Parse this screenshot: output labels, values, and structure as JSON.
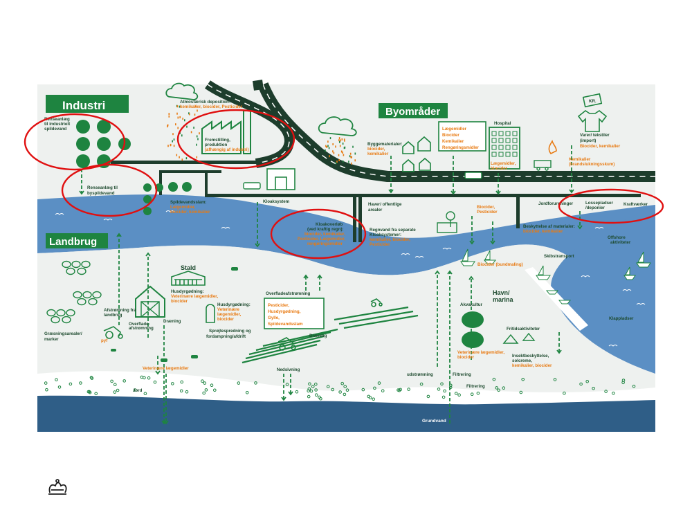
{
  "sections": {
    "industri": "Industri",
    "byomraader": "Byområder",
    "landbrug": "Landbrug"
  },
  "labels": {
    "renseanlaeg_industri": [
      "Renseanlæg",
      "til industrielt",
      "spildevand"
    ],
    "atmosfaerisk": "Atmosfærisk deposition:",
    "atmosfaerisk_o": "kemikalier, biocider, Pesticider",
    "fremstilling": [
      "Fremstilling,",
      "produktion"
    ],
    "fremstilling_o": "(afhængig af industri)",
    "renseanlaeg_by": [
      "Renseanlæg til",
      "byspildevand"
    ],
    "spildevandsslam": "Spildevandsslam:",
    "spildevandsslam_o": [
      "Lægemidler,",
      "biocider, kemikalier"
    ],
    "kloaksystem": "Kloaksystem",
    "kloakoverloeb": [
      "Kloakoverløb",
      "(ved kraftig regn):"
    ],
    "kloakoverloeb_o": [
      "biocider, kemikalier,",
      "Pesticider, Lægemidler,",
      "rengøringsmidler"
    ],
    "byggematerialer": "Byggematerialer:",
    "byggematerialer_o": [
      "biocider,",
      "kemikalier"
    ],
    "box_by": [
      "Lægemidler",
      "Biocider",
      "Kemikalier",
      "Rengøringsmidler"
    ],
    "hospital": "Hospital",
    "hospital_o": [
      "Lægemidler,",
      "biocider"
    ],
    "kr": "KR.",
    "varer": [
      "Varer/ tekstiler",
      "(import)"
    ],
    "varer_o": "Biocider, kemikalier",
    "kemikalier_brand_o": [
      "Kemikalier",
      "(brandslukningsskum)"
    ],
    "haver": [
      "Haver/ offentlige",
      "arealer"
    ],
    "biocider_pesticider_o": [
      "Biocider,",
      "Pesticider"
    ],
    "jordforurening": "Jordforureninger",
    "lossepladser": [
      "Lossepladser",
      "/deponier"
    ],
    "kraftvaerker": "Kraftværker",
    "regnvand": [
      "Regnvand fra separate",
      "Kloaksystemer:"
    ],
    "regnvand_o": [
      "kemikalier, biocider,",
      "Pesticider"
    ],
    "beskyttelse": [
      "Beskyttelse af materialer:",
      "biocider, kemikalier"
    ],
    "offshore": [
      "Offshore",
      "aktiviteter"
    ],
    "skibstransport": "Skibstransport",
    "biocider_bundmaling_o": "Biocider (bundmaling)",
    "havn": [
      "Havn/",
      "marina"
    ],
    "klappladser": "Klappladser",
    "akvakultur": "Akvakultur",
    "akvakultur_o": [
      "Veterinære lægemidler,",
      "biocider"
    ],
    "fritid": "Fritidsaktiviteter",
    "insekt": [
      "Insektbeskyttelse,",
      "solcreme,"
    ],
    "insekt_o": "kemikalier, biocider",
    "stald": "Stald",
    "husdyrgoedning1": "Husdyrgødning:",
    "husdyrgoedning1_o": [
      "Veterinære lægemidler,",
      "biocider"
    ],
    "husdyrgoedning2": "Husdyrgødning:",
    "husdyrgoedning2_o": [
      "Veterinære",
      "lægemidler,",
      "biocider"
    ],
    "overfladeafstroemning": "Overfladeafstrømning",
    "box_land": [
      "Pesticider,",
      "Husdyrgødning,",
      "Gylle,",
      "Spildevandsslam"
    ],
    "afstroemning": [
      "Afstrømning fra",
      "landbrug"
    ],
    "overflade": [
      "Overflade-",
      "afstrømning"
    ],
    "draening1": "Dræning",
    "draening2": "Dræning",
    "graesning": [
      "Græsningsarealer/",
      "marker"
    ],
    "pyf": "pyf",
    "sprøjt": [
      "Sprøjtespredning og",
      "fordampning/afdrift"
    ],
    "veterinaer_o": "Veterinære lægemidler",
    "nedsivning": "Nedsivning",
    "jord": "Jord",
    "udstroemning": "udstrømning",
    "filtrering1": "Filtrering",
    "filtrering2": "Filtrering",
    "grundvand": "Grundvand"
  },
  "colors": {
    "panel": "#eef1ef",
    "green": "#1e8440",
    "dark": "#1d4a2e",
    "orange": "#e87a12",
    "water": "#5b8fc4",
    "deep": "#2f5e87",
    "road": "#1d3d2c",
    "ring": "#e01010"
  },
  "icons": [
    "crown-logo-icon",
    "factory-icon",
    "cloud-icon",
    "tree-icon",
    "house-icon",
    "tractor-icon",
    "boat-icon",
    "barn-icon",
    "car-icon",
    "shirt-icon"
  ]
}
